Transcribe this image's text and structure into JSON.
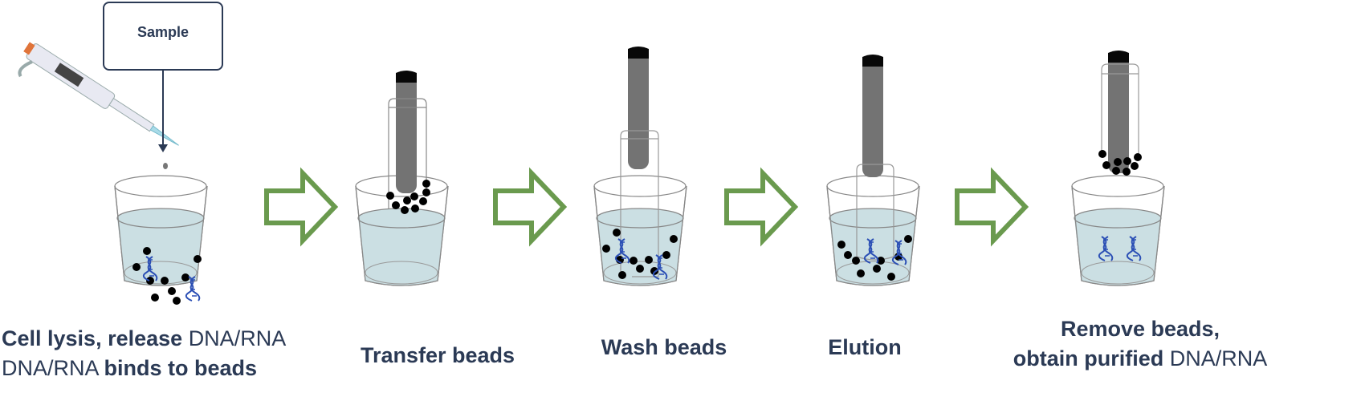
{
  "sample_label": "Sample",
  "colors": {
    "text": "#2b3a55",
    "arrow": "#6a9a4e",
    "liquid": "#cbdfe3",
    "rod": "#737373",
    "cap": "#080808",
    "dna": "#2b4fb5"
  },
  "steps": [
    {
      "line1": {
        "bold": "Cell lysis, release",
        "normal": "DNA/RNA"
      },
      "line2": {
        "normal": "DNA/RNA",
        "bold": "binds to beads"
      }
    },
    {
      "label": "Transfer beads"
    },
    {
      "label": "Wash beads"
    },
    {
      "label": "Elution"
    },
    {
      "line1": {
        "bold": "Remove beads,"
      },
      "line2": {
        "bold": "obtain purified",
        "normal": "DNA/RNA"
      }
    }
  ]
}
